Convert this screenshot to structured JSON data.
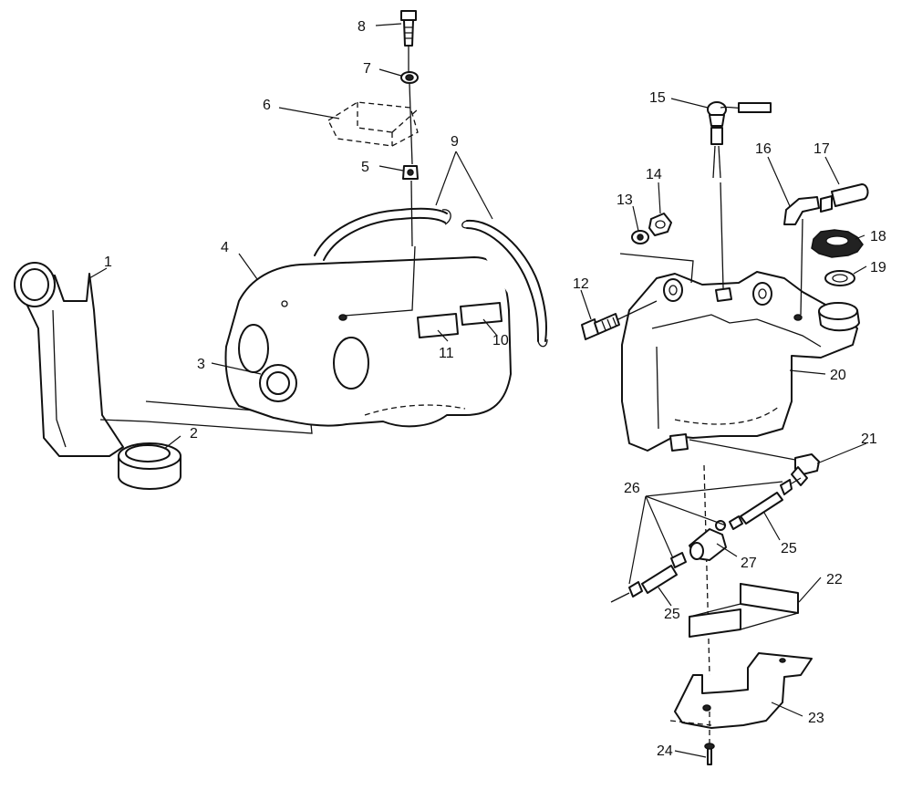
{
  "callouts": [
    "1",
    "2",
    "3",
    "4",
    "5",
    "6",
    "7",
    "8",
    "9",
    "10",
    "11",
    "12",
    "13",
    "14",
    "15",
    "16",
    "17",
    "18",
    "19",
    "20",
    "21",
    "22",
    "23",
    "24",
    "25",
    "25",
    "26",
    "27"
  ]
}
